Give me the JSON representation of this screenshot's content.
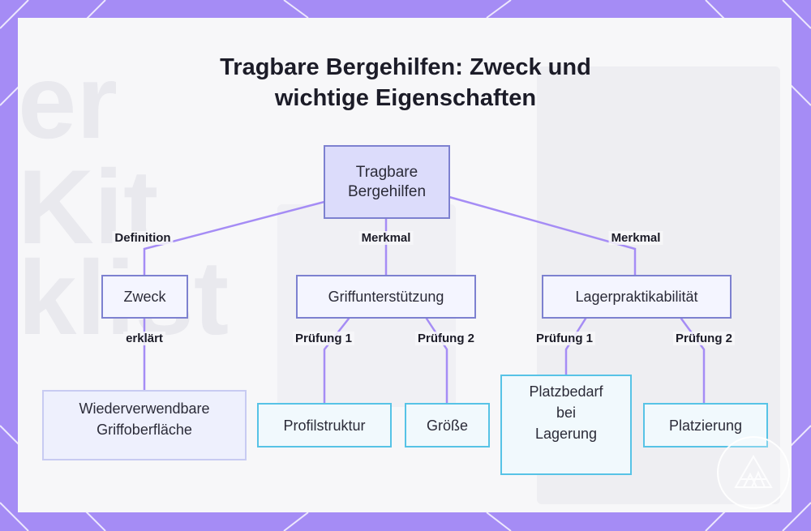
{
  "title": {
    "line1": "Tragbare Bergehilfen: Zweck und",
    "line2": "wichtige Eigenschaften"
  },
  "background_text": {
    "ghost1": "er",
    "ghost2": "Kit",
    "ghost3": "klist"
  },
  "nodes": {
    "root": {
      "line1": "Tragbare",
      "line2": "Bergehilfen"
    },
    "zweck": "Zweck",
    "griff": "Griffunterstützung",
    "lager": "Lagerpraktikabilität",
    "wieder": {
      "line1": "Wiederverwendbare",
      "line2": "Griffoberfläche"
    },
    "profil": "Profilstruktur",
    "groesse": "Größe",
    "platzbedarf": {
      "line1": "Platzbedarf",
      "line2": "bei",
      "line3": "Lagerung"
    },
    "platzierung": "Platzierung"
  },
  "edge_labels": {
    "definition": "Definition",
    "merkmal_1": "Merkmal",
    "merkmal_2": "Merkmal",
    "erklaert": "erklärt",
    "pruefung_1a": "Prüfung 1",
    "pruefung_2a": "Prüfung 2",
    "pruefung_1b": "Prüfung 1",
    "pruefung_2b": "Prüfung 2"
  },
  "colors": {
    "frame": "#a58cf5",
    "edge": "#a58cf5",
    "root_fill": "#dcdcfb",
    "node_border": "#7d81d0",
    "leaf_border_cyan": "#57c3e6"
  }
}
